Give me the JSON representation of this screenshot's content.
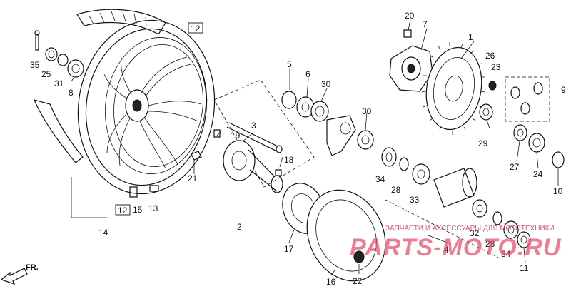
{
  "diagram": {
    "callouts": [
      {
        "id": "1",
        "label": "1"
      },
      {
        "id": "2",
        "label": "2"
      },
      {
        "id": "3",
        "label": "3"
      },
      {
        "id": "4",
        "label": "4"
      },
      {
        "id": "5",
        "label": "5"
      },
      {
        "id": "6",
        "label": "6"
      },
      {
        "id": "7",
        "label": "7"
      },
      {
        "id": "8",
        "label": "8"
      },
      {
        "id": "9",
        "label": "9"
      },
      {
        "id": "10",
        "label": "10"
      },
      {
        "id": "11",
        "label": "11"
      },
      {
        "id": "13",
        "label": "13"
      },
      {
        "id": "14",
        "label": "14"
      },
      {
        "id": "15",
        "label": "15"
      },
      {
        "id": "16",
        "label": "16"
      },
      {
        "id": "17",
        "label": "17"
      },
      {
        "id": "18",
        "label": "18"
      },
      {
        "id": "19",
        "label": "19"
      },
      {
        "id": "20",
        "label": "20"
      },
      {
        "id": "21",
        "label": "21"
      },
      {
        "id": "22",
        "label": "22"
      },
      {
        "id": "23",
        "label": "23"
      },
      {
        "id": "24",
        "label": "24"
      },
      {
        "id": "25",
        "label": "25"
      },
      {
        "id": "26",
        "label": "26"
      },
      {
        "id": "27",
        "label": "27"
      },
      {
        "id": "28a",
        "label": "28"
      },
      {
        "id": "28b",
        "label": "28"
      },
      {
        "id": "29",
        "label": "29"
      },
      {
        "id": "30a",
        "label": "30"
      },
      {
        "id": "30b",
        "label": "30"
      },
      {
        "id": "31",
        "label": "31"
      },
      {
        "id": "32",
        "label": "32"
      },
      {
        "id": "33",
        "label": "33"
      },
      {
        "id": "34a",
        "label": "34"
      },
      {
        "id": "34b",
        "label": "34"
      },
      {
        "id": "35",
        "label": "35"
      }
    ],
    "ref_label_top": "12",
    "ref_label_bottom": "12",
    "direction_label": "FR.",
    "watermark": {
      "tagline": "ЗАПЧАСТИ И АКСЕССУАРЫ ДЛЯ МОТОТЕХНИКИ",
      "brand": "PARTS-MOTO.RU"
    }
  }
}
